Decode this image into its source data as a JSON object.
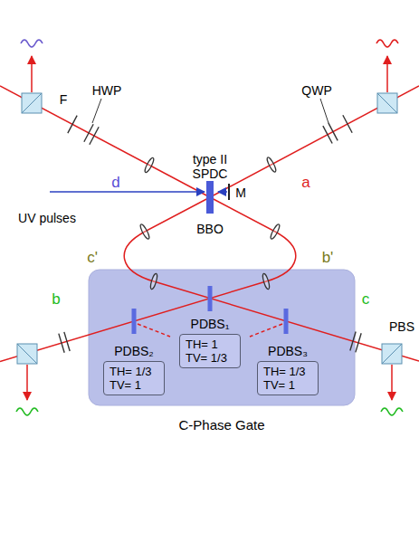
{
  "diagram": {
    "nodes": [
      {
        "text": [
          "C-Phase Gate"
        ]
      },
      {
        "text": [
          "PDBS₁",
          "TH= 1 TV= 1/3"
        ],
        "in": 0
      },
      {
        "text": [
          "PDBS₂",
          "TH= 1/3 TV= 1"
        ],
        "in": 0
      },
      {
        "text": [
          "PDBS₃",
          "TH= 1/3 TV= 1"
        ],
        "in": 0
      }
    ],
    "labels": [
      "type II SPDC",
      "UV pulses",
      "BBO",
      "M",
      "d",
      "a",
      "c'",
      "b'",
      "b",
      "c",
      "F",
      "HWP",
      "QWP",
      "PBS"
    ]
  }
}
